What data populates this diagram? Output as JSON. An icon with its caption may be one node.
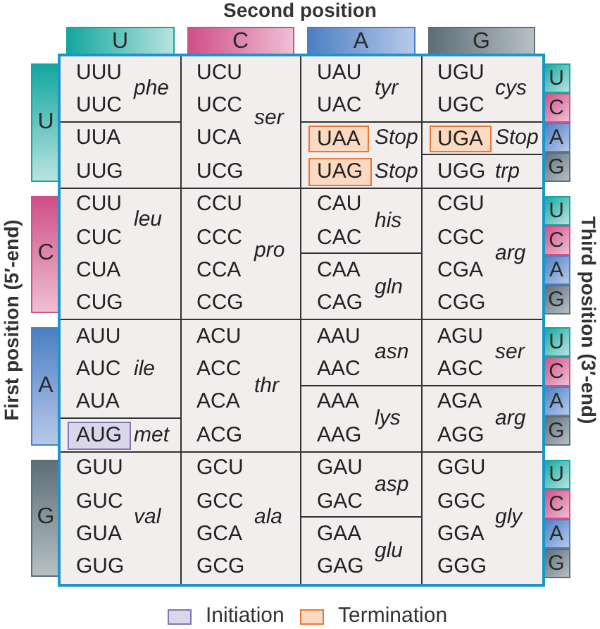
{
  "diagram": {
    "nodes": [
      {
        "text": [
          "U"
        ]
      },
      {
        "text": [
          "C"
        ]
      },
      {
        "text": [
          "A"
        ]
      },
      {
        "text": [
          "G"
        ]
      },
      {
        "text": [
          "U"
        ]
      },
      {
        "text": [
          "C"
        ]
      },
      {
        "text": [
          "A"
        ]
      },
      {
        "text": [
          "G"
        ]
      },
      {
        "text": [
          "U"
        ]
      },
      {
        "text": [
          "C"
        ]
      },
      {
        "text": [
          "A"
        ]
      },
      {
        "text": [
          "G"
        ]
      },
      {
        "text": [
          "U"
        ]
      },
      {
        "text": [
          "C"
        ]
      },
      {
        "text": [
          "A"
        ]
      },
      {
        "text": [
          "G"
        ]
      },
      {
        "text": [
          "U"
        ]
      },
      {
        "text": [
          "C"
        ]
      },
      {
        "text": [
          "A"
        ]
      },
      {
        "text": [
          "G"
        ]
      },
      {
        "text": [
          "U"
        ]
      },
      {
        "text": [
          "C"
        ]
      },
      {
        "text": [
          "A"
        ]
      },
      {
        "text": [
          "G"
        ]
      },
      {
        "text": [],
        "shape": "box"
      },
      {
        "text": [
          "UUU",
          "UUC",
          "phe"
        ],
        "in": 24
      },
      {
        "text": [
          "UUA",
          "UUG"
        ],
        "in": 24
      },
      {
        "text": [
          "UCU",
          "UCC",
          "UCA",
          "UCG",
          "ser"
        ],
        "in": 24
      },
      {
        "text": [
          "UAU",
          "UAC",
          "tyr"
        ],
        "in": 24
      },
      {
        "text": [
          "Stop",
          "Stop"
        ],
        "in": 24
      },
      {
        "text": [
          "UGU",
          "UGC",
          "cys"
        ],
        "in": 24
      },
      {
        "text": [
          "Stop"
        ],
        "in": 24
      },
      {
        "text": [
          "UGG",
          "trp"
        ],
        "in": 24
      },
      {
        "text": [
          "CUU",
          "CUC",
          "CUA",
          "CUG",
          "leu"
        ],
        "in": 24
      },
      {
        "text": [
          "CCU",
          "CCC",
          "CCA",
          "CCG",
          "pro"
        ],
        "in": 24
      },
      {
        "text": [
          "CAU",
          "CAC",
          "his"
        ],
        "in": 24
      },
      {
        "text": [
          "CAA",
          "CAG",
          "gln"
        ],
        "in": 24
      },
      {
        "text": [
          "CGU",
          "CGC",
          "CGA",
          "CGG",
          "arg"
        ],
        "in": 24
      },
      {
        "text": [
          "AUU",
          "AUC",
          "AUA",
          "ile"
        ],
        "in": 24
      },
      {
        "text": [
          "met"
        ],
        "in": 24
      },
      {
        "text": [
          "ACU",
          "ACC",
          "ACA",
          "ACG",
          "thr"
        ],
        "in": 24
      },
      {
        "text": [
          "AAU",
          "AAC",
          "asn"
        ],
        "in": 24
      },
      {
        "text": [
          "AAA",
          "AAG",
          "lys"
        ],
        "in": 24
      },
      {
        "text": [
          "AGU",
          "AGC",
          "ser"
        ],
        "in": 24
      },
      {
        "text": [
          "AGA",
          "AGG",
          "arg"
        ],
        "in": 24
      },
      {
        "text": [
          "GUU",
          "GUC",
          "GUA",
          "GUG",
          "val"
        ],
        "in": 24
      },
      {
        "text": [
          "GCU",
          "GCC",
          "GCA",
          "GCG",
          "ala"
        ],
        "in": 24
      },
      {
        "text": [
          "GAU",
          "GAC",
          "asp"
        ],
        "in": 24
      },
      {
        "text": [
          "GAA",
          "GAG",
          "glu"
        ],
        "in": 24
      },
      {
        "text": [
          "GGU",
          "GGC",
          "GGA",
          "GGG",
          "gly"
        ],
        "in": 24
      },
      {
        "text": [
          "UAA"
        ],
        "in": 29
      },
      {
        "text": [
          "UAG"
        ],
        "in": 29
      },
      {
        "text": [
          "UGA"
        ],
        "in": 31
      },
      {
        "text": [
          "AUG"
        ],
        "in": 39
      }
    ],
    "labels": [
      "Second position",
      "First position (5′-end)",
      "Third position (3′-end)"
    ],
    "legend": [
      {
        "text": "Initiation",
        "color": "#dad7ea"
      },
      {
        "text": "Termination",
        "color": "#fcd9c1"
      }
    ]
  }
}
